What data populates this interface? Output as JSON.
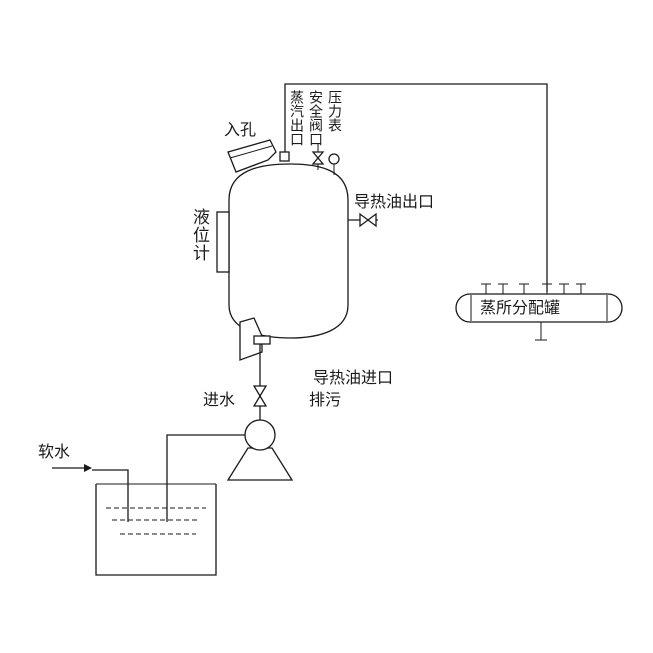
{
  "labels": {
    "manhole": "入孔",
    "level_gauge": "液位计",
    "steam_outlet": "蒸汽出口",
    "safety_valve": "安全阀口",
    "pressure_gauge": "压力表",
    "oil_outlet": "导热油出口",
    "oil_inlet": "导热油进口",
    "drain": "排污",
    "water_inlet": "进水",
    "soft_water": "软水",
    "steam_header": "蒸所分配罐"
  }
}
